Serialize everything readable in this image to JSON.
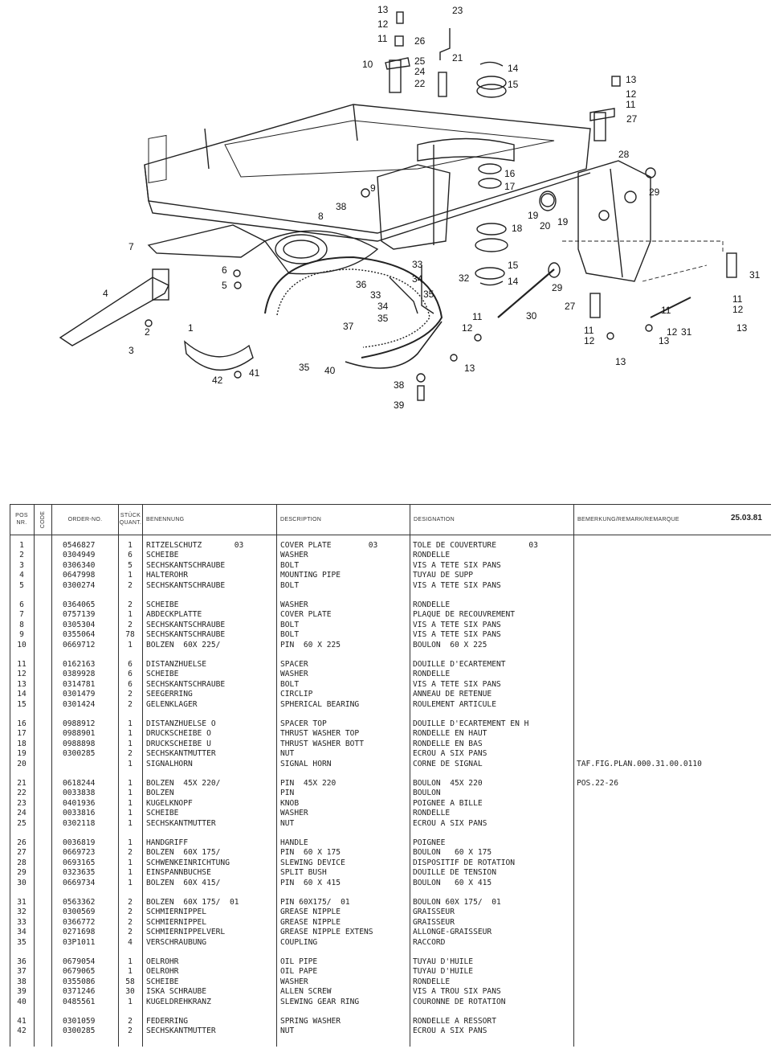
{
  "drawing": {
    "callouts": [
      "13",
      "12",
      "11",
      "10",
      "23",
      "26",
      "21",
      "25",
      "24",
      "22",
      "14",
      "15",
      "13",
      "12",
      "11",
      "27",
      "28",
      "29",
      "9",
      "38",
      "16",
      "17",
      "19",
      "20",
      "19",
      "18",
      "8",
      "7",
      "6",
      "5",
      "4",
      "2",
      "3",
      "1",
      "42",
      "41",
      "33",
      "34",
      "35",
      "36",
      "33",
      "34",
      "35",
      "32",
      "15",
      "14",
      "29",
      "31",
      "30",
      "11",
      "12",
      "13",
      "37",
      "35",
      "40",
      "38",
      "39",
      "27",
      "11",
      "12",
      "13",
      "13",
      "12",
      "11",
      "31",
      "11",
      "12",
      "13"
    ]
  },
  "table": {
    "headers": {
      "pos": "POS\nNR.",
      "code": "CODE",
      "order": "ORDER-NO.",
      "qty": "STÜCK\nQUANT.",
      "benennung": "BENENNUNG",
      "description": "DESCRIPTION",
      "designation": "DESIGNATION",
      "remark": "BEMERKUNG/REMARK/REMARQUE"
    },
    "date": "25.03.81",
    "rows": [
      {
        "pos": "1",
        "order": "0546827",
        "qty": "1",
        "de": "RITZELSCHUTZ       03",
        "en": "COVER PLATE        03",
        "fr": "TOLE DE COUVERTURE       03",
        "rem": ""
      },
      {
        "pos": "2",
        "order": "0304949",
        "qty": "6",
        "de": "SCHEIBE",
        "en": "WASHER",
        "fr": "RONDELLE",
        "rem": ""
      },
      {
        "pos": "3",
        "order": "0306340",
        "qty": "5",
        "de": "SECHSKANTSCHRAUBE",
        "en": "BOLT",
        "fr": "VIS A TETE SIX PANS",
        "rem": ""
      },
      {
        "pos": "4",
        "order": "0647998",
        "qty": "1",
        "de": "HALTEROHR",
        "en": "MOUNTING PIPE",
        "fr": "TUYAU DE SUPP",
        "rem": ""
      },
      {
        "pos": "5",
        "order": "0300274",
        "qty": "2",
        "de": "SECHSKANTSCHRAUBE",
        "en": "BOLT",
        "fr": "VIS A TETE SIX PANS",
        "rem": ""
      },
      {
        "pos": "6",
        "order": "0364065",
        "qty": "2",
        "de": "SCHEIBE",
        "en": "WASHER",
        "fr": "RONDELLE",
        "rem": ""
      },
      {
        "pos": "7",
        "order": "0757139",
        "qty": "1",
        "de": "ABDECKPLATTE",
        "en": "COVER PLATE",
        "fr": "PLAQUE DE RECOUVREMENT",
        "rem": ""
      },
      {
        "pos": "8",
        "order": "0305304",
        "qty": "2",
        "de": "SECHSKANTSCHRAUBE",
        "en": "BOLT",
        "fr": "VIS A TETE SIX PANS",
        "rem": ""
      },
      {
        "pos": "9",
        "order": "0355064",
        "qty": "78",
        "de": "SECHSKANTSCHRAUBE",
        "en": "BOLT",
        "fr": "VIS A TETE SIX PANS",
        "rem": ""
      },
      {
        "pos": "10",
        "order": "0669712",
        "qty": "1",
        "de": "BOLZEN  60X 225/",
        "en": "PIN  60 X 225",
        "fr": "BOULON  60 X 225",
        "rem": ""
      },
      {
        "pos": "11",
        "order": "0162163",
        "qty": "6",
        "de": "DISTANZHUELSE",
        "en": "SPACER",
        "fr": "DOUILLE D'ECARTEMENT",
        "rem": ""
      },
      {
        "pos": "12",
        "order": "0389928",
        "qty": "6",
        "de": "SCHEIBE",
        "en": "WASHER",
        "fr": "RONDELLE",
        "rem": ""
      },
      {
        "pos": "13",
        "order": "0314781",
        "qty": "6",
        "de": "SECHSKANTSCHRAUBE",
        "en": "BOLT",
        "fr": "VIS A TETE SIX PANS",
        "rem": ""
      },
      {
        "pos": "14",
        "order": "0301479",
        "qty": "2",
        "de": "SEEGERRING",
        "en": "CIRCLIP",
        "fr": "ANNEAU DE RETENUE",
        "rem": ""
      },
      {
        "pos": "15",
        "order": "0301424",
        "qty": "2",
        "de": "GELENKLAGER",
        "en": "SPHERICAL BEARING",
        "fr": "ROULEMENT ARTICULE",
        "rem": ""
      },
      {
        "pos": "16",
        "order": "0988912",
        "qty": "1",
        "de": "DISTANZHUELSE O",
        "en": "SPACER TOP",
        "fr": "DOUILLE D'ECARTEMENT EN H",
        "rem": ""
      },
      {
        "pos": "17",
        "order": "0988901",
        "qty": "1",
        "de": "DRUCKSCHEIBE O",
        "en": "THRUST WASHER TOP",
        "fr": "RONDELLE EN HAUT",
        "rem": ""
      },
      {
        "pos": "18",
        "order": "0988898",
        "qty": "1",
        "de": "DRUCKSCHEIBE U",
        "en": "THRUST WASHER BOTT",
        "fr": "RONDELLE EN BAS",
        "rem": ""
      },
      {
        "pos": "19",
        "order": "0300285",
        "qty": "2",
        "de": "SECHSKANTMUTTER",
        "en": "NUT",
        "fr": "ECROU A SIX PANS",
        "rem": ""
      },
      {
        "pos": "20",
        "order": "",
        "qty": "1",
        "de": "SIGNALHORN",
        "en": "SIGNAL HORN",
        "fr": "CORNE DE SIGNAL",
        "rem": "TAF.FIG.PLAN.000.31.00.0110"
      },
      {
        "pos": "21",
        "order": "0618244",
        "qty": "1",
        "de": "BOLZEN  45X 220/",
        "en": "PIN  45X 220",
        "fr": "BOULON  45X 220",
        "rem": "POS.22-26"
      },
      {
        "pos": "22",
        "order": "0033838",
        "qty": "1",
        "de": "BOLZEN",
        "en": "PIN",
        "fr": "BOULON",
        "rem": ""
      },
      {
        "pos": "23",
        "order": "0401936",
        "qty": "1",
        "de": "KUGELKNOPF",
        "en": "KNOB",
        "fr": "POIGNEE A BILLE",
        "rem": ""
      },
      {
        "pos": "24",
        "order": "0033816",
        "qty": "1",
        "de": "SCHEIBE",
        "en": "WASHER",
        "fr": "RONDELLE",
        "rem": ""
      },
      {
        "pos": "25",
        "order": "0302118",
        "qty": "1",
        "de": "SECHSKANTMUTTER",
        "en": "NUT",
        "fr": "ECROU A SIX PANS",
        "rem": ""
      },
      {
        "pos": "26",
        "order": "0036819",
        "qty": "1",
        "de": "HANDGRIFF",
        "en": "HANDLE",
        "fr": "POIGNEE",
        "rem": ""
      },
      {
        "pos": "27",
        "order": "0669723",
        "qty": "2",
        "de": "BOLZEN  60X 175/",
        "en": "PIN  60 X 175",
        "fr": "BOULON   60 X 175",
        "rem": ""
      },
      {
        "pos": "28",
        "order": "0693165",
        "qty": "1",
        "de": "SCHWENKEINRICHTUNG",
        "en": "SLEWING DEVICE",
        "fr": "DISPOSITIF DE ROTATION",
        "rem": ""
      },
      {
        "pos": "29",
        "order": "0323635",
        "qty": "1",
        "de": "EINSPANNBUCHSE",
        "en": "SPLIT BUSH",
        "fr": "DOUILLE DE TENSION",
        "rem": ""
      },
      {
        "pos": "30",
        "order": "0669734",
        "qty": "1",
        "de": "BOLZEN  60X 415/",
        "en": "PIN  60 X 415",
        "fr": "BOULON   60 X 415",
        "rem": ""
      },
      {
        "pos": "31",
        "order": "0563362",
        "qty": "2",
        "de": "BOLZEN  60X 175/  01",
        "en": "PIN 60X175/  01",
        "fr": "BOULON 60X 175/  01",
        "rem": ""
      },
      {
        "pos": "32",
        "order": "0300569",
        "qty": "2",
        "de": "SCHMIERNIPPEL",
        "en": "GREASE NIPPLE",
        "fr": "GRAISSEUR",
        "rem": ""
      },
      {
        "pos": "33",
        "order": "0366772",
        "qty": "2",
        "de": "SCHMIERNIPPEL",
        "en": "GREASE NIPPLE",
        "fr": "GRAISSEUR",
        "rem": ""
      },
      {
        "pos": "34",
        "order": "0271698",
        "qty": "2",
        "de": "SCHMIERNIPPELVERL",
        "en": "GREASE NIPPLE EXTENS",
        "fr": "ALLONGE-GRAISSEUR",
        "rem": ""
      },
      {
        "pos": "35",
        "order": "03P1011",
        "qty": "4",
        "de": "VERSCHRAUBUNG",
        "en": "COUPLING",
        "fr": "RACCORD",
        "rem": ""
      },
      {
        "pos": "36",
        "order": "0679054",
        "qty": "1",
        "de": "OELROHR",
        "en": "OIL PIPE",
        "fr": "TUYAU D'HUILE",
        "rem": ""
      },
      {
        "pos": "37",
        "order": "0679065",
        "qty": "1",
        "de": "OELROHR",
        "en": "OIL PAPE",
        "fr": "TUYAU D'HUILE",
        "rem": ""
      },
      {
        "pos": "38",
        "order": "0355086",
        "qty": "58",
        "de": "SCHEIBE",
        "en": "WASHER",
        "fr": "RONDELLE",
        "rem": ""
      },
      {
        "pos": "39",
        "order": "0371246",
        "qty": "30",
        "de": "ISKA SCHRAUBE",
        "en": "ALLEN SCREW",
        "fr": "VIS A TROU SIX PANS",
        "rem": ""
      },
      {
        "pos": "40",
        "order": "0485561",
        "qty": "1",
        "de": "KUGELDREHKRANZ",
        "en": "SLEWING GEAR RING",
        "fr": "COURONNE DE ROTATION",
        "rem": ""
      },
      {
        "pos": "41",
        "order": "0301059",
        "qty": "2",
        "de": "FEDERRING",
        "en": "SPRING WASHER",
        "fr": "RONDELLE A RESSORT",
        "rem": ""
      },
      {
        "pos": "42",
        "order": "0300285",
        "qty": "2",
        "de": "SECHSKANTMUTTER",
        "en": "NUT",
        "fr": "ECROU A SIX PANS",
        "rem": ""
      }
    ]
  }
}
